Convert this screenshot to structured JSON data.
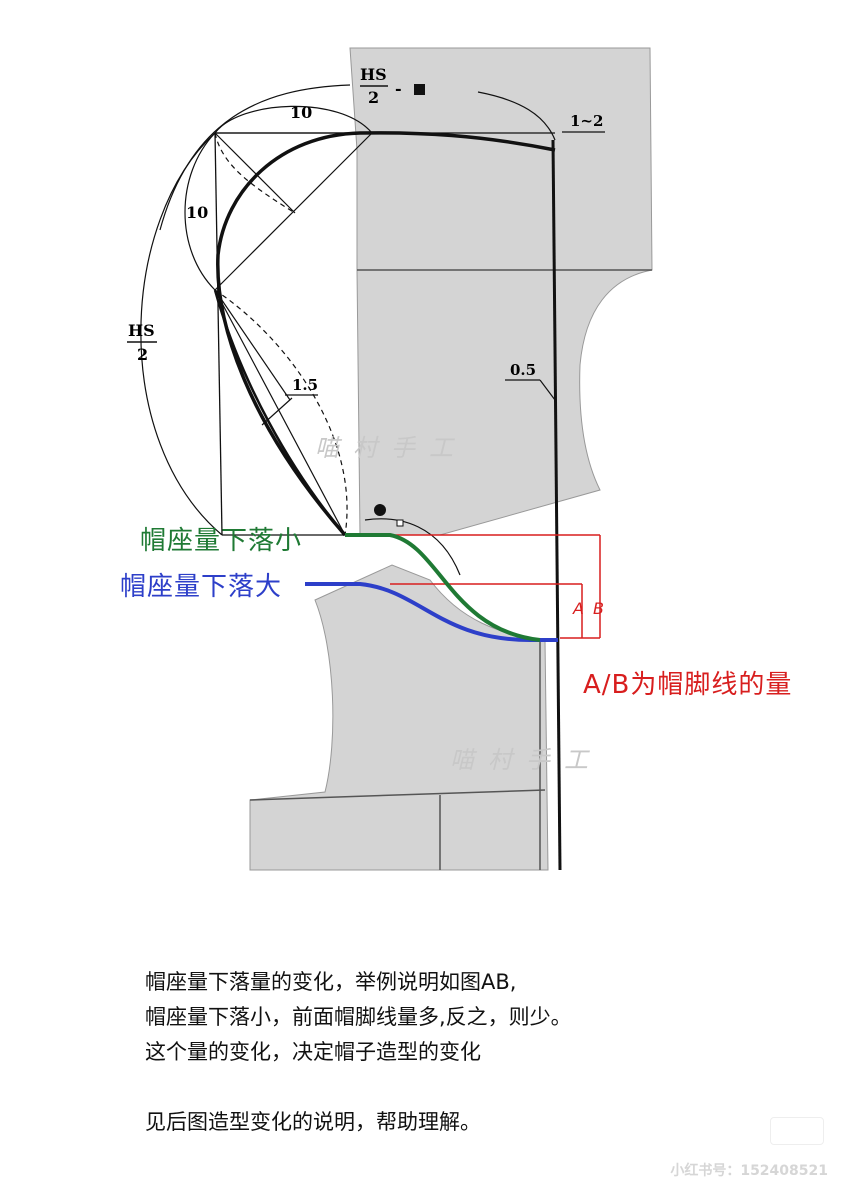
{
  "diagram": {
    "dimensions": {
      "hs_top_numerator": "HS",
      "hs_top_denominator": "2",
      "hs_top_suffix": "-",
      "ten_top": "10",
      "ten_left": "10",
      "hs_left_numerator": "HS",
      "hs_left_denominator": "2",
      "one_to_two": "1~2",
      "one_point_five": "1.5",
      "zero_point_five": "0.5"
    },
    "marks": {
      "A": "A",
      "B": "B"
    },
    "labels": {
      "small_drop": "帽座量下落小",
      "large_drop": "帽座量下落大",
      "ab_note": "A/B为帽脚线的量"
    },
    "colors": {
      "green": "#1f7a34",
      "blue": "#2d3fc9",
      "red": "#d81e1e",
      "fill": "#d4d4d4"
    },
    "watermark": "喵村手工"
  },
  "notes": {
    "line1": "帽座量下落量的变化，举例说明如图AB,",
    "line2": "帽座量下落小，前面帽脚线量多,反之，则少。",
    "line3": "这个量的变化，决定帽子造型的变化",
    "line4": "见后图造型变化的说明，帮助理解。"
  },
  "footer": {
    "id": "小红书号：152408521"
  }
}
